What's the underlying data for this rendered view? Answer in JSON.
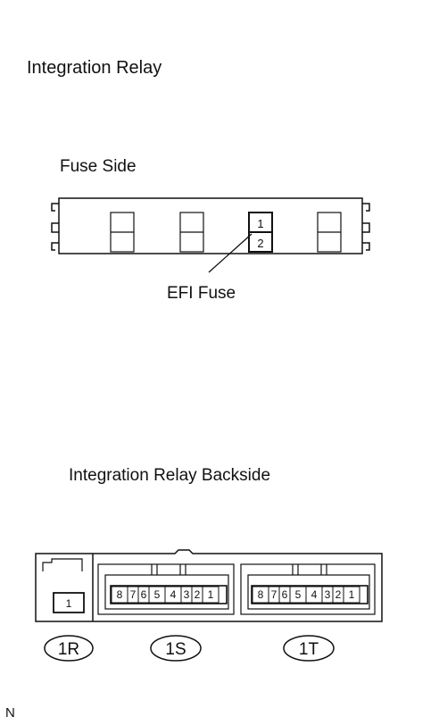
{
  "diagram": {
    "title": "Integration Relay",
    "fuse_side": {
      "heading": "Fuse Side",
      "efi_fuse_terminals": [
        "1",
        "2"
      ],
      "callout": "EFI Fuse"
    },
    "backside": {
      "heading": "Integration Relay Backside",
      "connectors": [
        {
          "id": "1R",
          "pins": [
            "1"
          ]
        },
        {
          "id": "1S",
          "pins": [
            "8",
            "7",
            "6",
            "5",
            "4",
            "3",
            "2",
            "1"
          ]
        },
        {
          "id": "1T",
          "pins": [
            "8",
            "7",
            "6",
            "5",
            "4",
            "3",
            "2",
            "1"
          ]
        }
      ]
    },
    "corner_mark": "N"
  }
}
